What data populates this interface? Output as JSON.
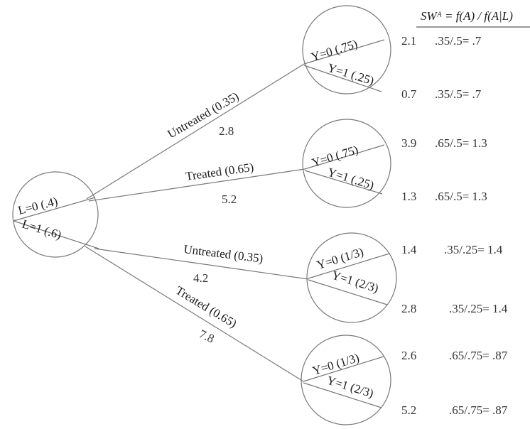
{
  "header": {
    "formula": "SWᴬ = f(A) / f(A|L)"
  },
  "root": {
    "top": "L=0 (.4)",
    "bottom": "L=1 (.6)"
  },
  "edges": [
    {
      "label": "Untreated (0.35)",
      "value": "2.8"
    },
    {
      "label": "Treated (0.65)",
      "value": "5.2"
    },
    {
      "label": "Untreated (0.35)",
      "value": "4.2"
    },
    {
      "label": "Treated (0.65)",
      "value": "7.8"
    }
  ],
  "nodes": [
    {
      "top": "Y=0 (.75)",
      "bottom": "Y=1 (.25)"
    },
    {
      "top": "Y=0 (.75)",
      "bottom": "Y=1 (.25)"
    },
    {
      "top": "Y=0 (1/3)",
      "bottom": "Y=1 (2/3)"
    },
    {
      "top": "Y=0 (1/3)",
      "bottom": "Y=1 (2/3)"
    }
  ],
  "outcomes": [
    {
      "value": "2.1",
      "weight": ".35/.5= .7"
    },
    {
      "value": "0.7",
      "weight": ".35/.5= .7"
    },
    {
      "value": "3.9",
      "weight": ".65/.5= 1.3"
    },
    {
      "value": "1.3",
      "weight": ".65/.5= 1.3"
    },
    {
      "value": "1.4",
      "weight": ".35/.25= 1.4"
    },
    {
      "value": "2.8",
      "weight": ".35/.25= 1.4"
    },
    {
      "value": "2.6",
      "weight": ".65/.75= .87"
    },
    {
      "value": "5.2",
      "weight": ".65/.75= .87"
    }
  ]
}
